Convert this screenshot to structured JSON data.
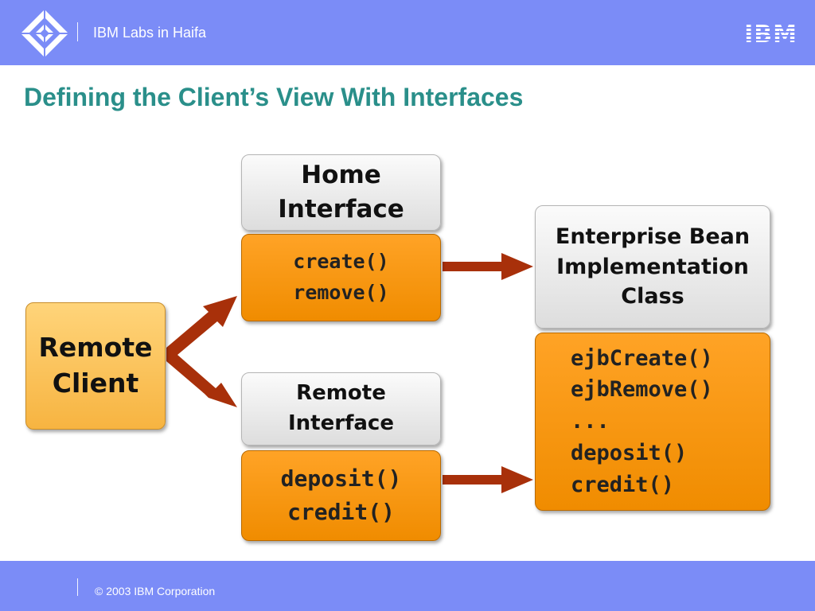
{
  "header": {
    "brand_text": "IBM Labs in Haifa",
    "ibm_logo": "IBM",
    "logo_icon": "ibm-haifa-diamond-icon",
    "background": "#7b8cf7"
  },
  "slide": {
    "title": "Defining the Client’s View With Interfaces",
    "title_color": "#2a8f8a"
  },
  "diagram": {
    "remote_client": {
      "lines": [
        "Remote",
        "Client"
      ]
    },
    "home_interface": {
      "title_lines": [
        "Home",
        "Interface"
      ],
      "methods": [
        "create()",
        "remove()"
      ]
    },
    "remote_interface": {
      "title_lines": [
        "Remote",
        "Interface"
      ],
      "methods": [
        "deposit()",
        "credit()"
      ]
    },
    "bean_class": {
      "title_lines": [
        "Enterprise Bean",
        "Implementation",
        "Class"
      ],
      "methods": [
        "ejbCreate()",
        "ejbRemove()",
        "...",
        "deposit()",
        "credit()"
      ]
    },
    "colors": {
      "orange": "#f7960e",
      "arrow": "#a8300a",
      "client": "#f9c25b",
      "grey": "#e8e8e8"
    }
  },
  "footer": {
    "copyright": "© 2003 IBM Corporation"
  }
}
